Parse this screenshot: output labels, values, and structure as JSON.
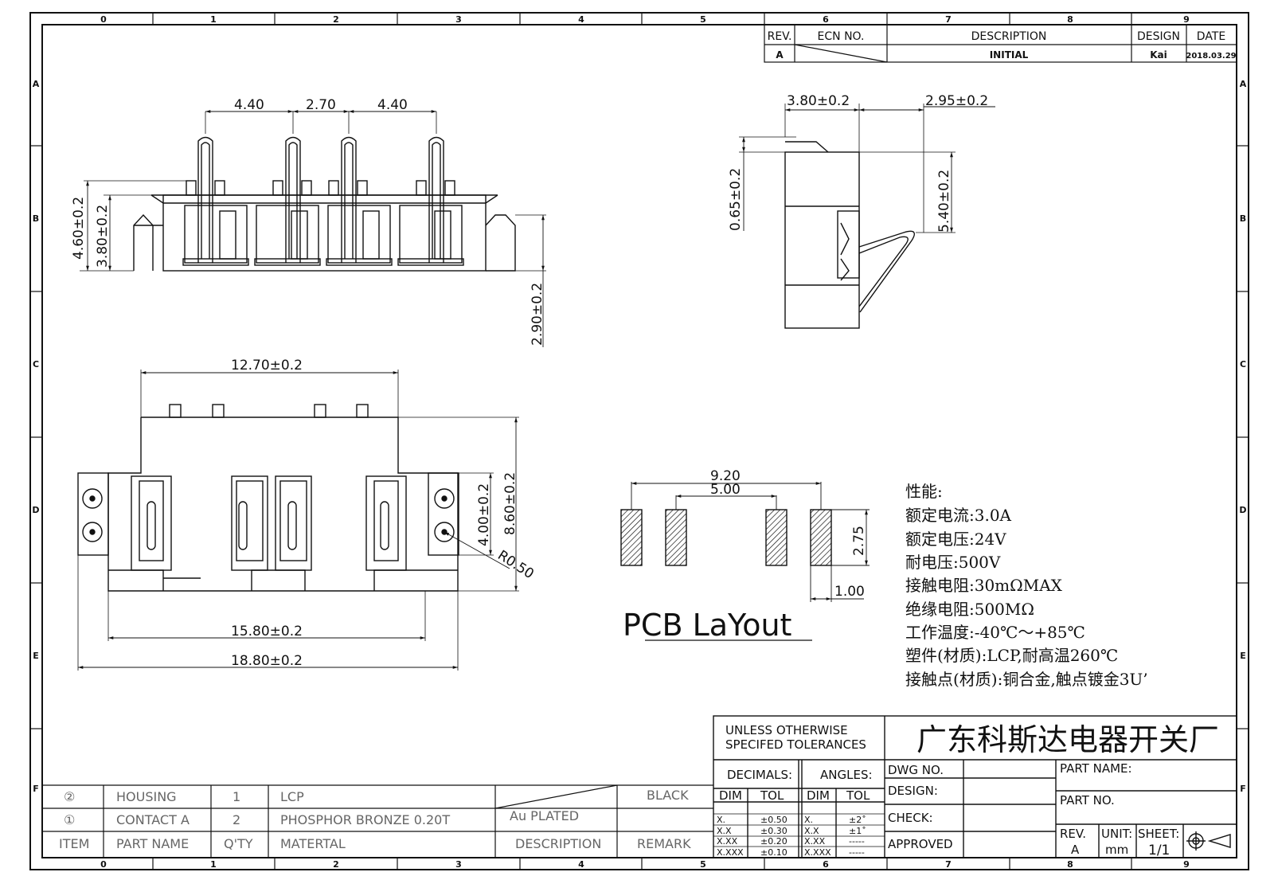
{
  "border": {
    "columns": [
      "0",
      "1",
      "2",
      "3",
      "4",
      "5",
      "6",
      "7",
      "8",
      "9"
    ],
    "rows": [
      "A",
      "B",
      "C",
      "D",
      "E",
      "F"
    ]
  },
  "revision_block": {
    "headers": {
      "rev": "REV.",
      "ecn": "ECN NO.",
      "description": "DESCRIPTION",
      "design": "DESIGN",
      "date": "DATE"
    },
    "row": {
      "rev": "A",
      "description": "INITIAL",
      "design": "Kai",
      "date": "2018.03.29"
    }
  },
  "front_view": {
    "pitch_dims": [
      "4.40",
      "2.70",
      "4.40"
    ],
    "height_total": "4.60±0.2",
    "height_body": "3.80±0.2",
    "height_pin": "2.90±0.2"
  },
  "side_view": {
    "dim_top_left": "3.80±0.2",
    "dim_top_right": "2.95±0.2",
    "dim_left": "0.65±0.2",
    "dim_right": "5.40±0.2"
  },
  "top_view": {
    "width_top": "12.70±0.2",
    "depth_total": "8.60±0.2",
    "depth_partial": "4.00±0.2",
    "radius": "R0.50",
    "width_mid": "15.80±0.2",
    "width_total": "18.80±0.2"
  },
  "pcb_layout": {
    "title": "PCB LaYout",
    "dim_outer": "9.20",
    "dim_inner": "5.00",
    "pad_height": "2.75",
    "pad_width": "1.00"
  },
  "specs": {
    "heading": "性能:",
    "lines": [
      "额定电流:3.0A",
      "额定电压:24V",
      "耐电压:500V",
      "接触电阻:30mΩMAX",
      "绝缘电阻:500MΩ",
      "工作温度:-40℃～+85℃",
      "塑件(材质):LCP,耐高温260℃",
      "接触点(材质):铜合金,触点镀金3U’"
    ]
  },
  "bom": {
    "header": {
      "item": "ITEM",
      "part_name": "PART NAME",
      "qty": "Q'TY",
      "material": "MATERTAL",
      "description": "DESCRIPTION",
      "remark": "REMARK"
    },
    "rows": [
      {
        "item": "②",
        "part_name": "HOUSING",
        "qty": "1",
        "material": "LCP",
        "description": "",
        "remark": "BLACK"
      },
      {
        "item": "①",
        "part_name": "CONTACT A",
        "qty": "2",
        "material": "PHOSPHOR BRONZE 0.20T",
        "description": "Au PLATED",
        "remark": ""
      }
    ]
  },
  "title_block": {
    "tolerance_note": [
      "UNLESS OTHERWISE",
      "SPECIFED TOLERANCES"
    ],
    "decimals": "DECIMALS:",
    "angles": "ANGLES:",
    "dim": "DIM",
    "tol": "TOL",
    "dec_rows": [
      [
        "X.",
        "±0.50"
      ],
      [
        "X.X",
        "±0.30"
      ],
      [
        "X.XX",
        "±0.20"
      ],
      [
        "X.XXX",
        "±0.10"
      ]
    ],
    "ang_rows": [
      [
        "X.",
        "±2˚"
      ],
      [
        "X.X",
        "±1˚"
      ],
      [
        "X.XX",
        "-----"
      ],
      [
        "X.XXX",
        "-----"
      ]
    ],
    "company": "广东科斯达电器开关厂",
    "dwg_no": "DWG NO.",
    "design": "DESIGN:",
    "check": "CHECK:",
    "approved": "APPROVED",
    "part_name": "PART NAME:",
    "part_no": "PART NO.",
    "rev_label": "REV.",
    "rev_value": "A",
    "unit_label": "UNIT:",
    "unit_value": "mm",
    "sheet_label": "SHEET:",
    "sheet_value": "1/1"
  }
}
